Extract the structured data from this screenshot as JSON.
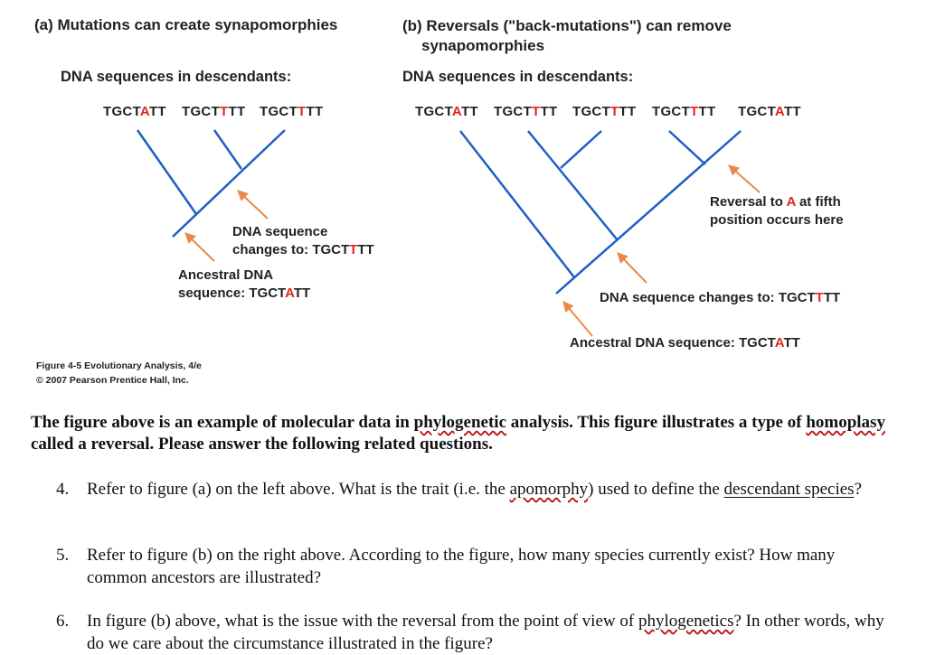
{
  "panel_a": {
    "title": "(a) Mutations can create synapomorphies",
    "descendants_heading": "DNA sequences in descendants:",
    "seq1": {
      "pre": "TGCT",
      "hl": "A",
      "post": "TT"
    },
    "seq2": {
      "pre": "TGCT",
      "hl": "T",
      "post": "TT"
    },
    "seq3": {
      "pre": "TGCT",
      "hl": "T",
      "post": "TT"
    },
    "change_label_1": "DNA sequence",
    "change_label_2_prefix": "changes to: TGCT",
    "change_label_2_hl": "T",
    "change_label_2_suffix": "TT",
    "ancestral_label_1": "Ancestral DNA",
    "ancestral_label_2_prefix": "sequence: TGCT",
    "ancestral_label_2_hl": "A",
    "ancestral_label_2_suffix": "TT"
  },
  "panel_b": {
    "title_line1": "(b) Reversals (\"back-mutations\") can remove",
    "title_line2": "synapomorphies",
    "descendants_heading": "DNA sequences in descendants:",
    "seq1": {
      "pre": "TGCT",
      "hl": "A",
      "post": "TT"
    },
    "seq2": {
      "pre": "TGCT",
      "hl": "T",
      "post": "TT"
    },
    "seq3": {
      "pre": "TGCT",
      "hl": "T",
      "post": "TT"
    },
    "seq4": {
      "pre": "TGCT",
      "hl": "T",
      "post": "TT"
    },
    "seq5": {
      "pre": "TGCT",
      "hl": "A",
      "post": "TT"
    },
    "reversal_line1_prefix": "Reversal to ",
    "reversal_line1_hl": "A",
    "reversal_line1_suffix": " at fifth",
    "reversal_line2": "position occurs here",
    "change_prefix": "DNA sequence changes to: TGCT",
    "change_hl": "T",
    "change_suffix": "TT",
    "ancestral_prefix": "Ancestral DNA sequence: TGCT",
    "ancestral_hl": "A",
    "ancestral_suffix": "TT"
  },
  "caption": {
    "line1": "Figure 4-5 Evolutionary Analysis, 4/e",
    "line2": "© 2007 Pearson Prentice Hall, Inc."
  },
  "intro": {
    "p1": "The figure above is an example of molecular data in ",
    "p1_wavy": "phylogenetic",
    "p2": " analysis. This figure illustrates a type of ",
    "p2_wavy": "homoplasy",
    "p3": " called a reversal. Please answer the following related questions."
  },
  "questions": [
    {
      "num": "4.",
      "a": "Refer to figure (a) on the left above. What is the trait (i.e. the ",
      "a_wavy": "apomorphy",
      "b": ") used to define the ",
      "b_ul": "descendant species",
      "c": "?"
    },
    {
      "num": "5.",
      "text": "Refer to figure (b) on the right above. According to the figure, how many species currently exist? How many common ancestors are illustrated?"
    },
    {
      "num": "6.",
      "a": "In figure (b) above, what is the issue with the reversal from the point of view of ",
      "a_wavy": "phylogenetics",
      "b": "? In other words, why do we care about the circumstance illustrated in the figure?"
    }
  ],
  "colors": {
    "branch": "#1f5fc4",
    "arrow": "#e8894a",
    "highlight": "#e0261b"
  }
}
